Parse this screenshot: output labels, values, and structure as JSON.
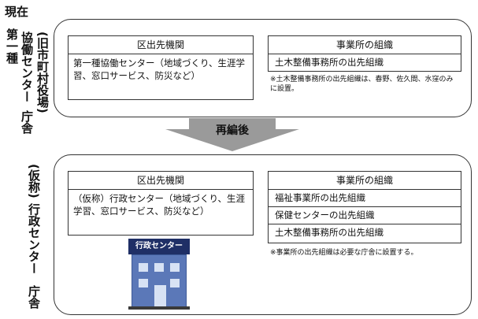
{
  "current": {
    "heading": "現在",
    "side_label_line1": "第一種",
    "side_label_line2": "協働センター",
    "side_label_line3": "(旧市町村役場)",
    "side_label_line4": "庁舎",
    "left_box": {
      "header": "区出先機関",
      "body": "第一種協働センター（地域づくり、生涯学習、窓口サービス、防災など）"
    },
    "right_box": {
      "header": "事業所の組織",
      "items": [
        "土木整備事務所の出先組織"
      ]
    },
    "note": "※土木整備事務所の出先組織は、春野、佐久間、水窪のみに設置。"
  },
  "arrow": {
    "label": "再編後",
    "color": "#9a9a9a"
  },
  "after": {
    "side_label_line1": "(仮称)",
    "side_label_line2": "行政センター",
    "side_label_line3": "庁舎",
    "left_box": {
      "header": "区出先機関",
      "body": "（仮称）行政センター（地域づくり、生涯学習、窓口サービス、防災など）"
    },
    "right_box": {
      "header": "事業所の組織",
      "items": [
        "福祉事業所の出先組織",
        "保健センターの出先組織",
        "土木整備事務所の出先組織"
      ]
    },
    "note": "※事業所の出先組織は必要な庁舎に設置する。",
    "building_sign": "行政センター"
  },
  "colors": {
    "building_body": "#5b78b8",
    "building_roof": "#1f2f66",
    "building_window": "#d7e2f4"
  }
}
